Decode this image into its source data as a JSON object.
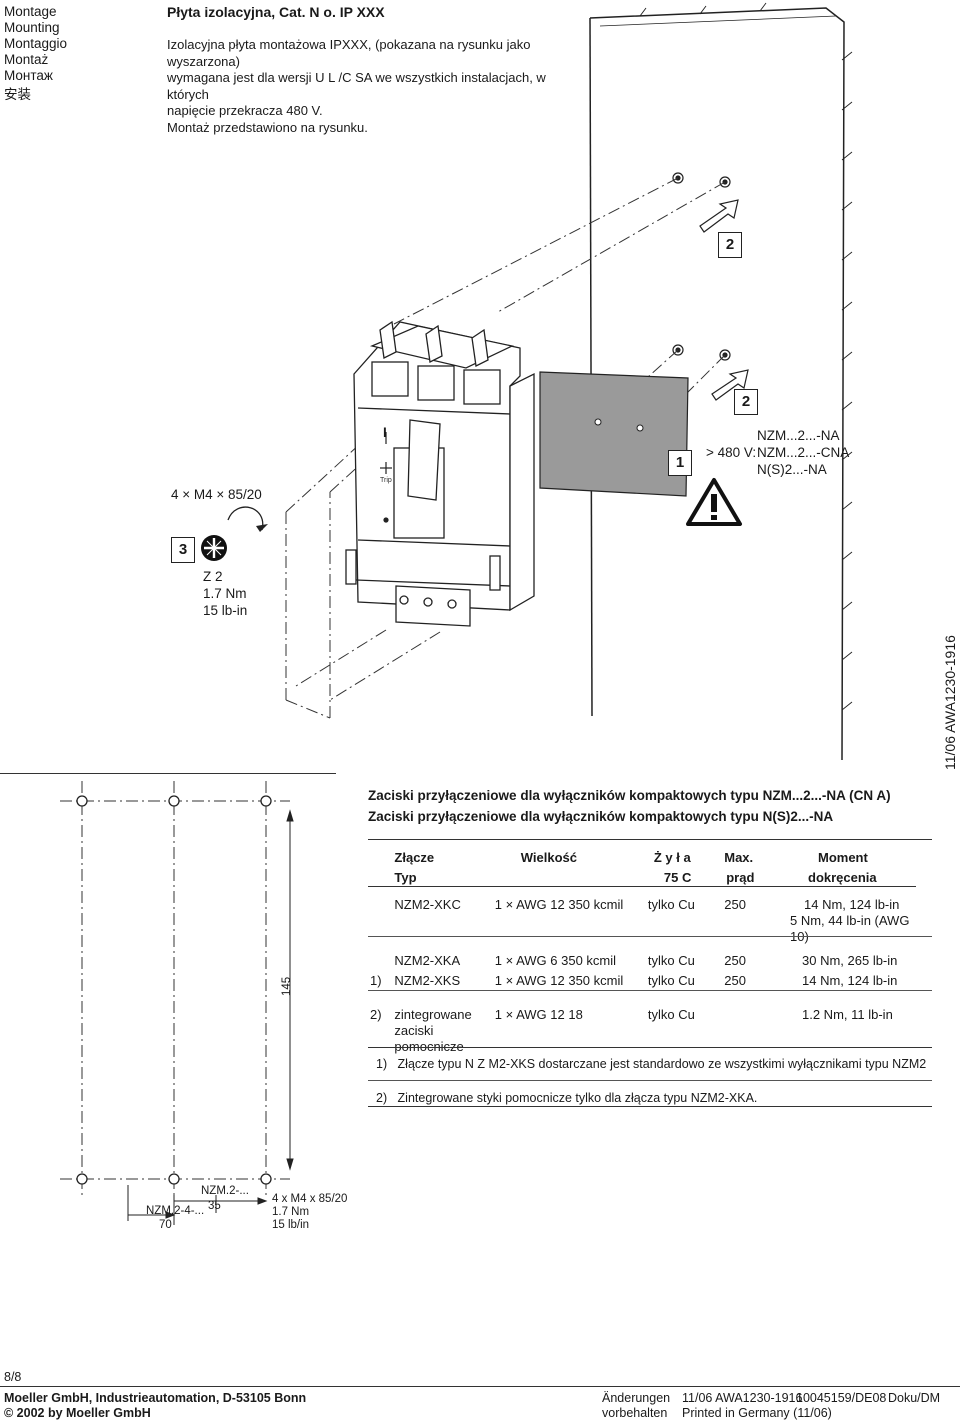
{
  "languages": [
    "Montage",
    "Mounting",
    "Montaggio",
    "Montaż",
    "Монтаж",
    "安装"
  ],
  "title": "Płyta izolacyjna, Cat. N o. IP XXX",
  "intro": [
    "Izolacyjna płyta montażowa IPXXX, (pokazana na rysunku jako wyszarzona)",
    "wymagana jest dla wersji U L /C SA we wszystkich instalacjach, w których",
    "napięcie przekracza 480 V.",
    "Montaż przedstawiono na rysunku."
  ],
  "figure": {
    "badge_1": "1",
    "badge_2": "2",
    "badge_3": "3",
    "screws": "4 × M4 × 85/20",
    "torque": [
      "Z 2",
      "1.7 Nm",
      "15 lb-in"
    ],
    "voltage_prefix": "> 480 V:",
    "variants": [
      "NZM...2...-NA",
      "NZM...2...-CNA",
      "N(S)2...-NA"
    ],
    "breaker_marks": [
      "I",
      "Trip"
    ]
  },
  "doc_code": "11/06 AWA1230-1916",
  "captions": [
    "Zaciski przyłączeniowe dla wyłączników kompaktowych typu NZM...2...-NA (CN A)",
    "Zaciski przyłączeniowe dla wyłączników kompaktowych typu N(S)2...-NA"
  ],
  "table": {
    "header1": [
      "",
      "Złącze",
      "Wielkość",
      "Ż y ł a",
      "Max.",
      "Moment"
    ],
    "header2": [
      "",
      "Typ",
      "",
      "75 C",
      "prąd",
      "dokręcenia"
    ],
    "rows": [
      {
        "note": "",
        "type": "NZM2-XKC",
        "size": "1 × AWG 12 350 kcmil",
        "conductor": "tylko Cu",
        "current": "250",
        "torque": "14 Nm, 124 lb-in",
        "torque2": "5 Nm, 44 lb-in (AWG 10)"
      },
      {
        "note": "",
        "type": "NZM2-XKA",
        "size": "1 × AWG 6 350 kcmil",
        "conductor": "tylko Cu",
        "current": "250",
        "torque": "30 Nm, 265 lb-in",
        "torque2": ""
      },
      {
        "note": "1)",
        "type": "NZM2-XKS",
        "size": "1 × AWG 12 350 kcmil",
        "conductor": "tylko Cu",
        "current": "250",
        "torque": "14 Nm, 124 lb-in",
        "torque2": ""
      },
      {
        "note": "2)",
        "type": "zintegrowane zaciski pomocnicze",
        "size": "1 × AWG 12 18",
        "conductor": "tylko Cu",
        "current": "",
        "torque": "1.2 Nm, 11 lb-in",
        "torque2": ""
      }
    ]
  },
  "notes": [
    {
      "mark": "1)",
      "text": "Złącze typu N Z M2-XKS dostarczane jest standardowo ze wszystkimi wyłącznikami typu NZM2"
    },
    {
      "mark": "2)",
      "text": "Zintegrowane styki pomocnicze tylko dla złącza typu NZM2-XKA."
    }
  ],
  "drilling": {
    "height": "145",
    "label_nzm2": "NZM.2-...",
    "label_nzm24": "NZM.2-4-...",
    "dim_35": "35",
    "dim_70": "70",
    "screw_spec": [
      "4 x M4 x 85/20",
      "1.7 Nm",
      "15 lb/in"
    ]
  },
  "page_number": "8/8",
  "footer": {
    "company": "Moeller GmbH, Industrieautomation, D-53105 Bonn",
    "copyright": "© 2002 by Moeller GmbH",
    "changes_label": [
      "Änderungen",
      "vorbehalten"
    ],
    "code_line1": "11/06 AWA1230-1916",
    "doc_id": "10045159/DE08",
    "doc_type": "Doku/DM",
    "printed": "Printed in Germany (11/06)"
  }
}
